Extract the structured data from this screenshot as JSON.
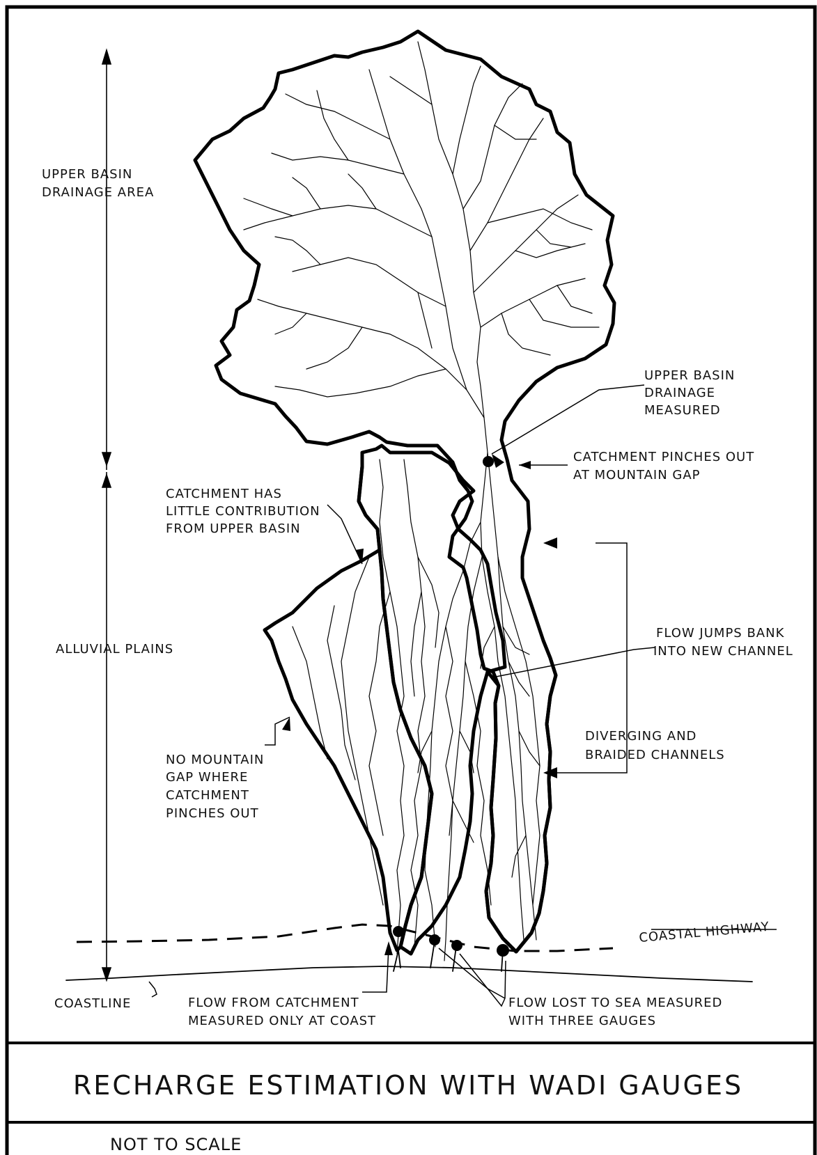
{
  "diagram": {
    "title": "RECHARGE ESTIMATION WITH WADI GAUGES",
    "footer_note": "NOT TO SCALE",
    "zones": {
      "upper_basin": [
        "UPPER BASIN",
        "DRAINAGE AREA"
      ],
      "alluvial_plains": "ALLUVIAL PLAINS"
    },
    "labels": {
      "upper_basin_measured": [
        "UPPER BASIN",
        "DRAINAGE",
        "MEASURED"
      ],
      "catchment_pinches": [
        "CATCHMENT PINCHES OUT",
        "AT MOUNTAIN GAP"
      ],
      "little_contribution": [
        "CATCHMENT HAS",
        "LITTLE CONTRIBUTION",
        "FROM UPPER BASIN"
      ],
      "flow_jumps": [
        "FLOW JUMPS BANK",
        "INTO NEW CHANNEL"
      ],
      "diverging": [
        "DIVERGING AND",
        "BRAIDED CHANNELS"
      ],
      "no_mountain_gap": [
        "NO MOUNTAIN",
        "GAP WHERE",
        "CATCHMENT",
        "PINCHES OUT"
      ],
      "coastal_highway": "COASTAL HIGHWAY",
      "coastline": "COASTLINE",
      "flow_from_catchment": [
        "FLOW FROM CATCHMENT",
        "MEASURED ONLY AT COAST"
      ],
      "flow_lost": [
        "FLOW LOST TO SEA MEASURED",
        "WITH THREE GAUGES"
      ]
    }
  }
}
